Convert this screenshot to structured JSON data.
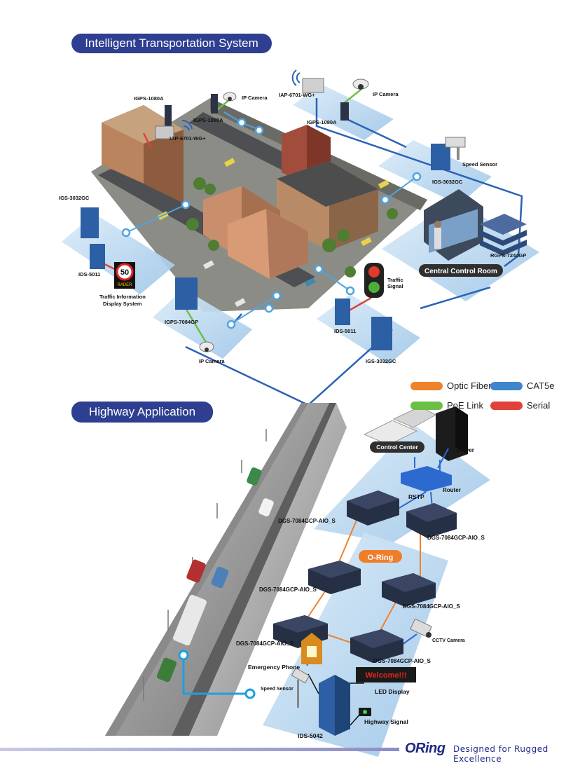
{
  "section1": {
    "title": "Intelligent Transportation System"
  },
  "section2": {
    "title": "Highway Application"
  },
  "its_labels": {
    "igps1080a_top": "IGPS-1080A",
    "iap6701_left": "IAP-6701-WG+",
    "igps1080a_mid": "IGPS-1080A",
    "ip_camera_mid": "IP Camera",
    "iap6701_right": "IAP-6701-WG+",
    "ip_camera_right": "IP Camera",
    "igps1080a_right": "IGPS-1080A",
    "speed_sensor": "Speed Sensor",
    "igs3032gc_right": "IGS-3032GC",
    "igs3032gc_left": "IGS-3032GC",
    "ids5011_left": "IDS-5011",
    "traffic_info_1": "Traffic Information",
    "traffic_info_2": "Display System",
    "sign_number": "50",
    "sign_text": "RADER",
    "rgps7244gp": "RGPS-7244GP",
    "central_control_room": "Central Control Room",
    "traffic_signal_1": "Traffic",
    "traffic_signal_2": "Signal",
    "igps7084gp": "IGPS-7084GP",
    "ip_camera_bottom": "IP Camera",
    "ids5011_right": "IDS-5011",
    "igs3032gc_bottom": "IGS-3032GC"
  },
  "legend": [
    {
      "label": "Optic Fiber",
      "color": "#f0822a"
    },
    {
      "label": "CAT5e",
      "color": "#3f86cc"
    },
    {
      "label": "PoE Link",
      "color": "#6cbf45"
    },
    {
      "label": "Serial",
      "color": "#e0413a"
    }
  ],
  "highway_labels": {
    "control_center": "Control Center",
    "server": "Server",
    "router": "Router",
    "rstp": "RSTP",
    "dgs_1": "DGS-7084GCP-AIO_S",
    "dgs_2": "DGS-7084GCP-AIO_S",
    "oring": "O-Ring",
    "dgs_3": "DGS-7084GCP-AIO_S",
    "dgs_4": "DGS-7084GCP-AIO_S",
    "dgs_5": "DGS-7084GCP-AIO_S",
    "dgs_6": "DGS-7084GCP-AIO_S",
    "cctv_camera": "CCTV Camera",
    "emergency_phone": "Emergency Phone",
    "welcome": "Welcome!!!",
    "led_display": "LED Display",
    "speed_sensor": "Speed Sensor",
    "highway_signal": "Highway Signal",
    "ids5042": "IDS-5042"
  },
  "footer": {
    "brand": "ORing",
    "tagline": "Designed for Rugged Excellence"
  }
}
